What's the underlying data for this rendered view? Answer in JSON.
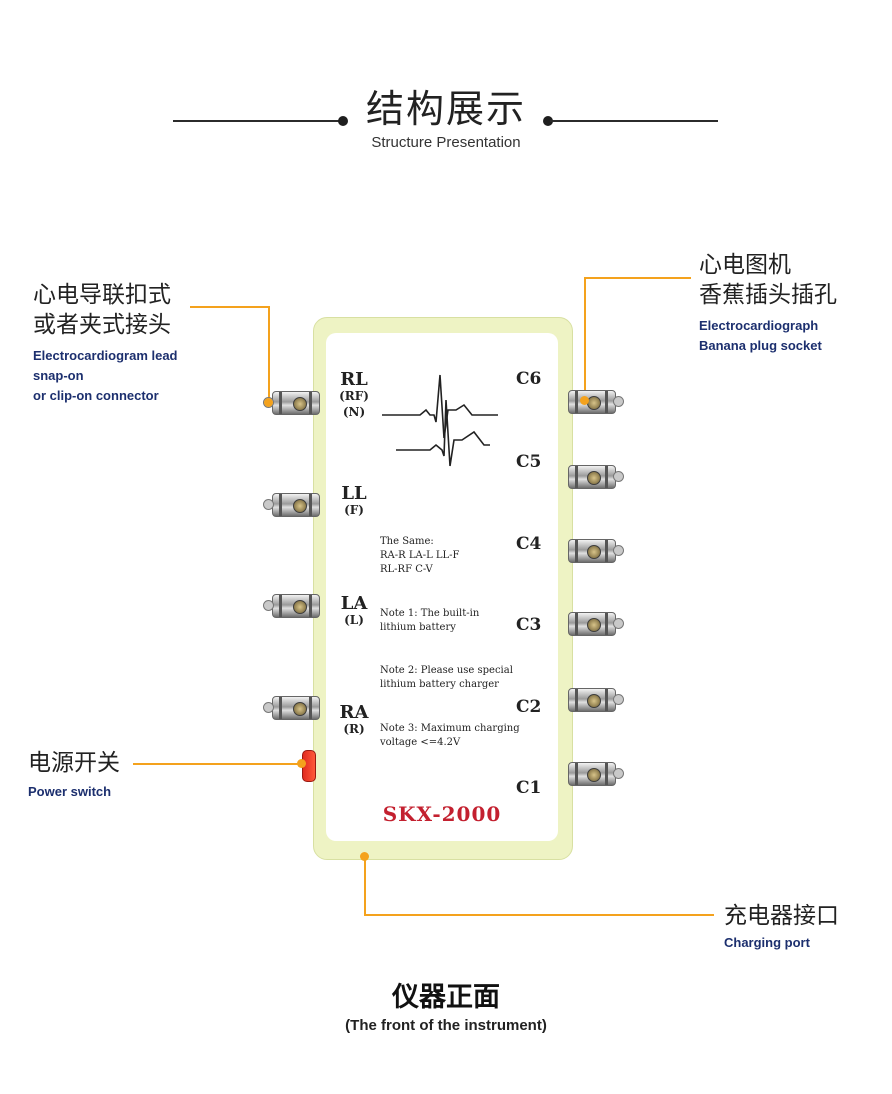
{
  "header": {
    "title_cn": "结构展示",
    "title_en": "Structure Presentation"
  },
  "callouts": {
    "lead_connector": {
      "cn_line1": "心电导联扣式",
      "cn_line2": "或者夹式接头",
      "en_line1": "Electrocardiogram lead",
      "en_line2": "snap-on",
      "en_line3": "or clip-on connector"
    },
    "banana_socket": {
      "cn_line1": "心电图机",
      "cn_line2": "香蕉插头插孔",
      "en_line1": "Electrocardiograph",
      "en_line2": "Banana plug socket"
    },
    "power_switch": {
      "cn": "电源开关",
      "en": "Power switch"
    },
    "charging_port": {
      "cn": "充电器接口",
      "en": "Charging port"
    }
  },
  "device": {
    "left_leads": [
      {
        "main": "RL",
        "sub1": "(RF)",
        "sub2": "(N)"
      },
      {
        "main": "LL",
        "sub1": "(F)",
        "sub2": ""
      },
      {
        "main": "LA",
        "sub1": "(L)",
        "sub2": ""
      },
      {
        "main": "RA",
        "sub1": "(R)",
        "sub2": ""
      }
    ],
    "right_leads": [
      "C6",
      "C5",
      "C4",
      "C3",
      "C2",
      "C1"
    ],
    "notes": {
      "same_title": "The Same:",
      "same_line1": "RA-R  LA-L  LL-F",
      "same_line2": "RL-RF  C-V",
      "note1_line1": "Note 1:  The built-in",
      "note1_line2": "lithium battery",
      "note2_line1": "Note 2:  Please use special",
      "note2_line2": "lithium battery charger",
      "note3_line1": "Note 3:  Maximum charging",
      "note3_line2": "voltage <=4.2V"
    },
    "model": "SKX-2000",
    "colors": {
      "casing": "#eef3c4",
      "model_text": "#c3202f",
      "switch": "#e12b1f",
      "callout_line": "#f4a21d",
      "english_text": "#1c2f6e"
    }
  },
  "footer": {
    "title_cn": "仪器正面",
    "title_en": "(The front of the instrument)"
  }
}
